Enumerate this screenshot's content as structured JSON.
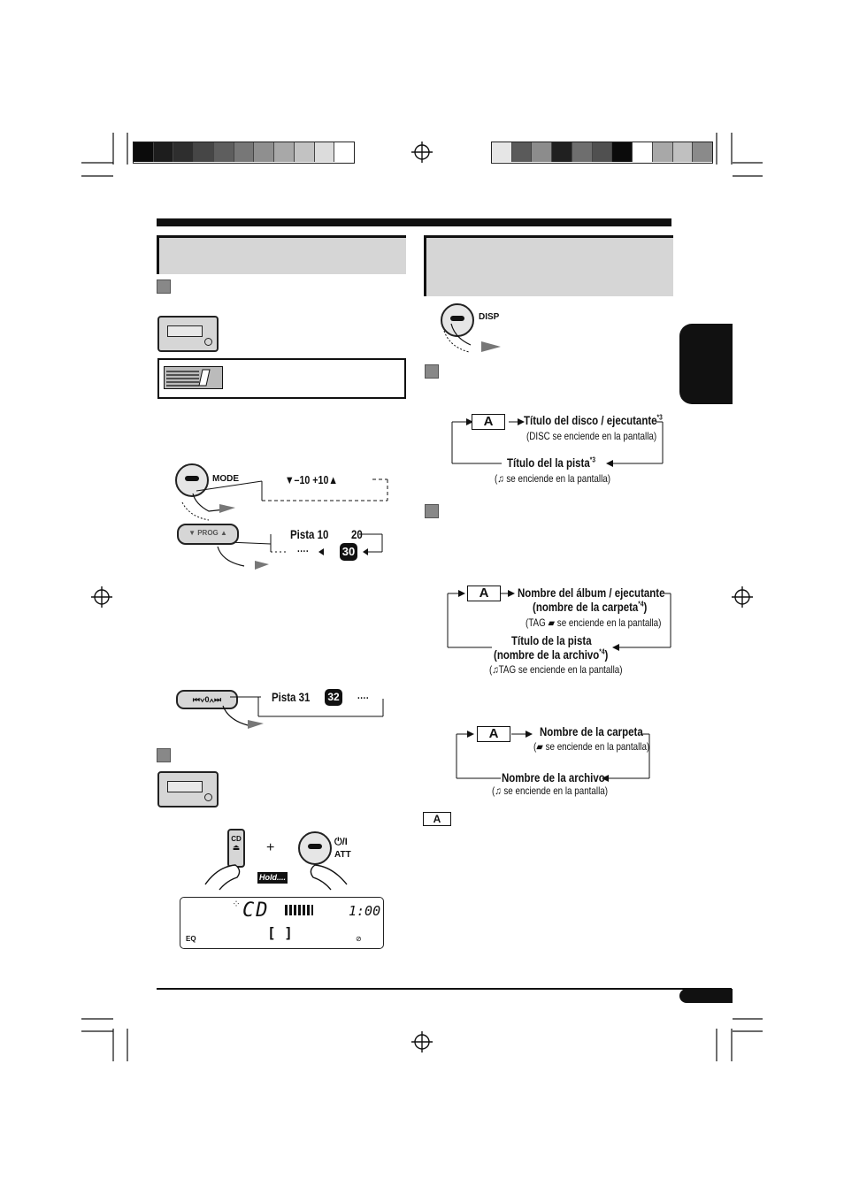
{
  "color_bars": {
    "left": [
      "#0b0b0b",
      "#1d1d1d",
      "#2e2e2e",
      "#464646",
      "#5e5e5e",
      "#777777",
      "#8f8f8f",
      "#a8a8a8",
      "#c2c2c2",
      "#dcdcdc",
      "#ffffff"
    ],
    "right": [
      "#e6e6e6",
      "#5a5a5a",
      "#8c8c8c",
      "#202020",
      "#6e6e6e",
      "#505050",
      "#0b0b0b",
      "#ffffff",
      "#a8a8a8",
      "#c0c0c0",
      "#8a8a8a"
    ]
  },
  "diagram_mode": {
    "mode_label": "MODE",
    "skip_label": "▼–10 +10▲",
    "prog_label": "▼ PROG ▲",
    "pista_start": "Pista 10",
    "pista_next": "20",
    "pista_badge": "30",
    "dots": "····"
  },
  "diagram_skip": {
    "pista": "Pista 31",
    "badge": "32",
    "dots": "····"
  },
  "diagram_reset": {
    "cd_label": "CD",
    "plus": "+",
    "power_label": "⏻/I",
    "att_label": "ATT",
    "hold_label": "Hold....",
    "display_cd": "CD",
    "display_time": "1:00",
    "display_bottom": "[  ]",
    "display_eq": "EQ"
  },
  "disp_button": {
    "label": "DISP"
  },
  "flow_cd": {
    "a_label": "A",
    "line1": "Título del disco / ejecutante",
    "line1_sup": "*3",
    "line1_sub": "(DISC se enciende en la pantalla)",
    "line2": "Título del la pista",
    "line2_sup": "*3",
    "line2_sub": "(♫ se enciende en la pantalla)"
  },
  "flow_mp3_tag": {
    "a_label": "A",
    "line1": "Nombre del álbum / ejecutante",
    "line1b": "(nombre de la carpeta",
    "line1b_sup": "*4",
    "line1b_end": ")",
    "line1_sub": "(TAG ▰ se enciende en la pantalla)",
    "line2": "Título de la pista",
    "line2b": "(nombre de la archivo",
    "line2b_sup": "*4",
    "line2b_end": ")",
    "line2_sub": "(♫TAG se enciende en la pantalla)"
  },
  "flow_mp3_notag": {
    "a_label": "A",
    "line1": "Nombre de la carpeta",
    "line1_sub": "(▰ se enciende en la pantalla)",
    "line2": "Nombre de la archivo",
    "line2_sub": "(♫ se enciende en la pantalla)"
  },
  "footnote": {
    "a_label": "A"
  }
}
